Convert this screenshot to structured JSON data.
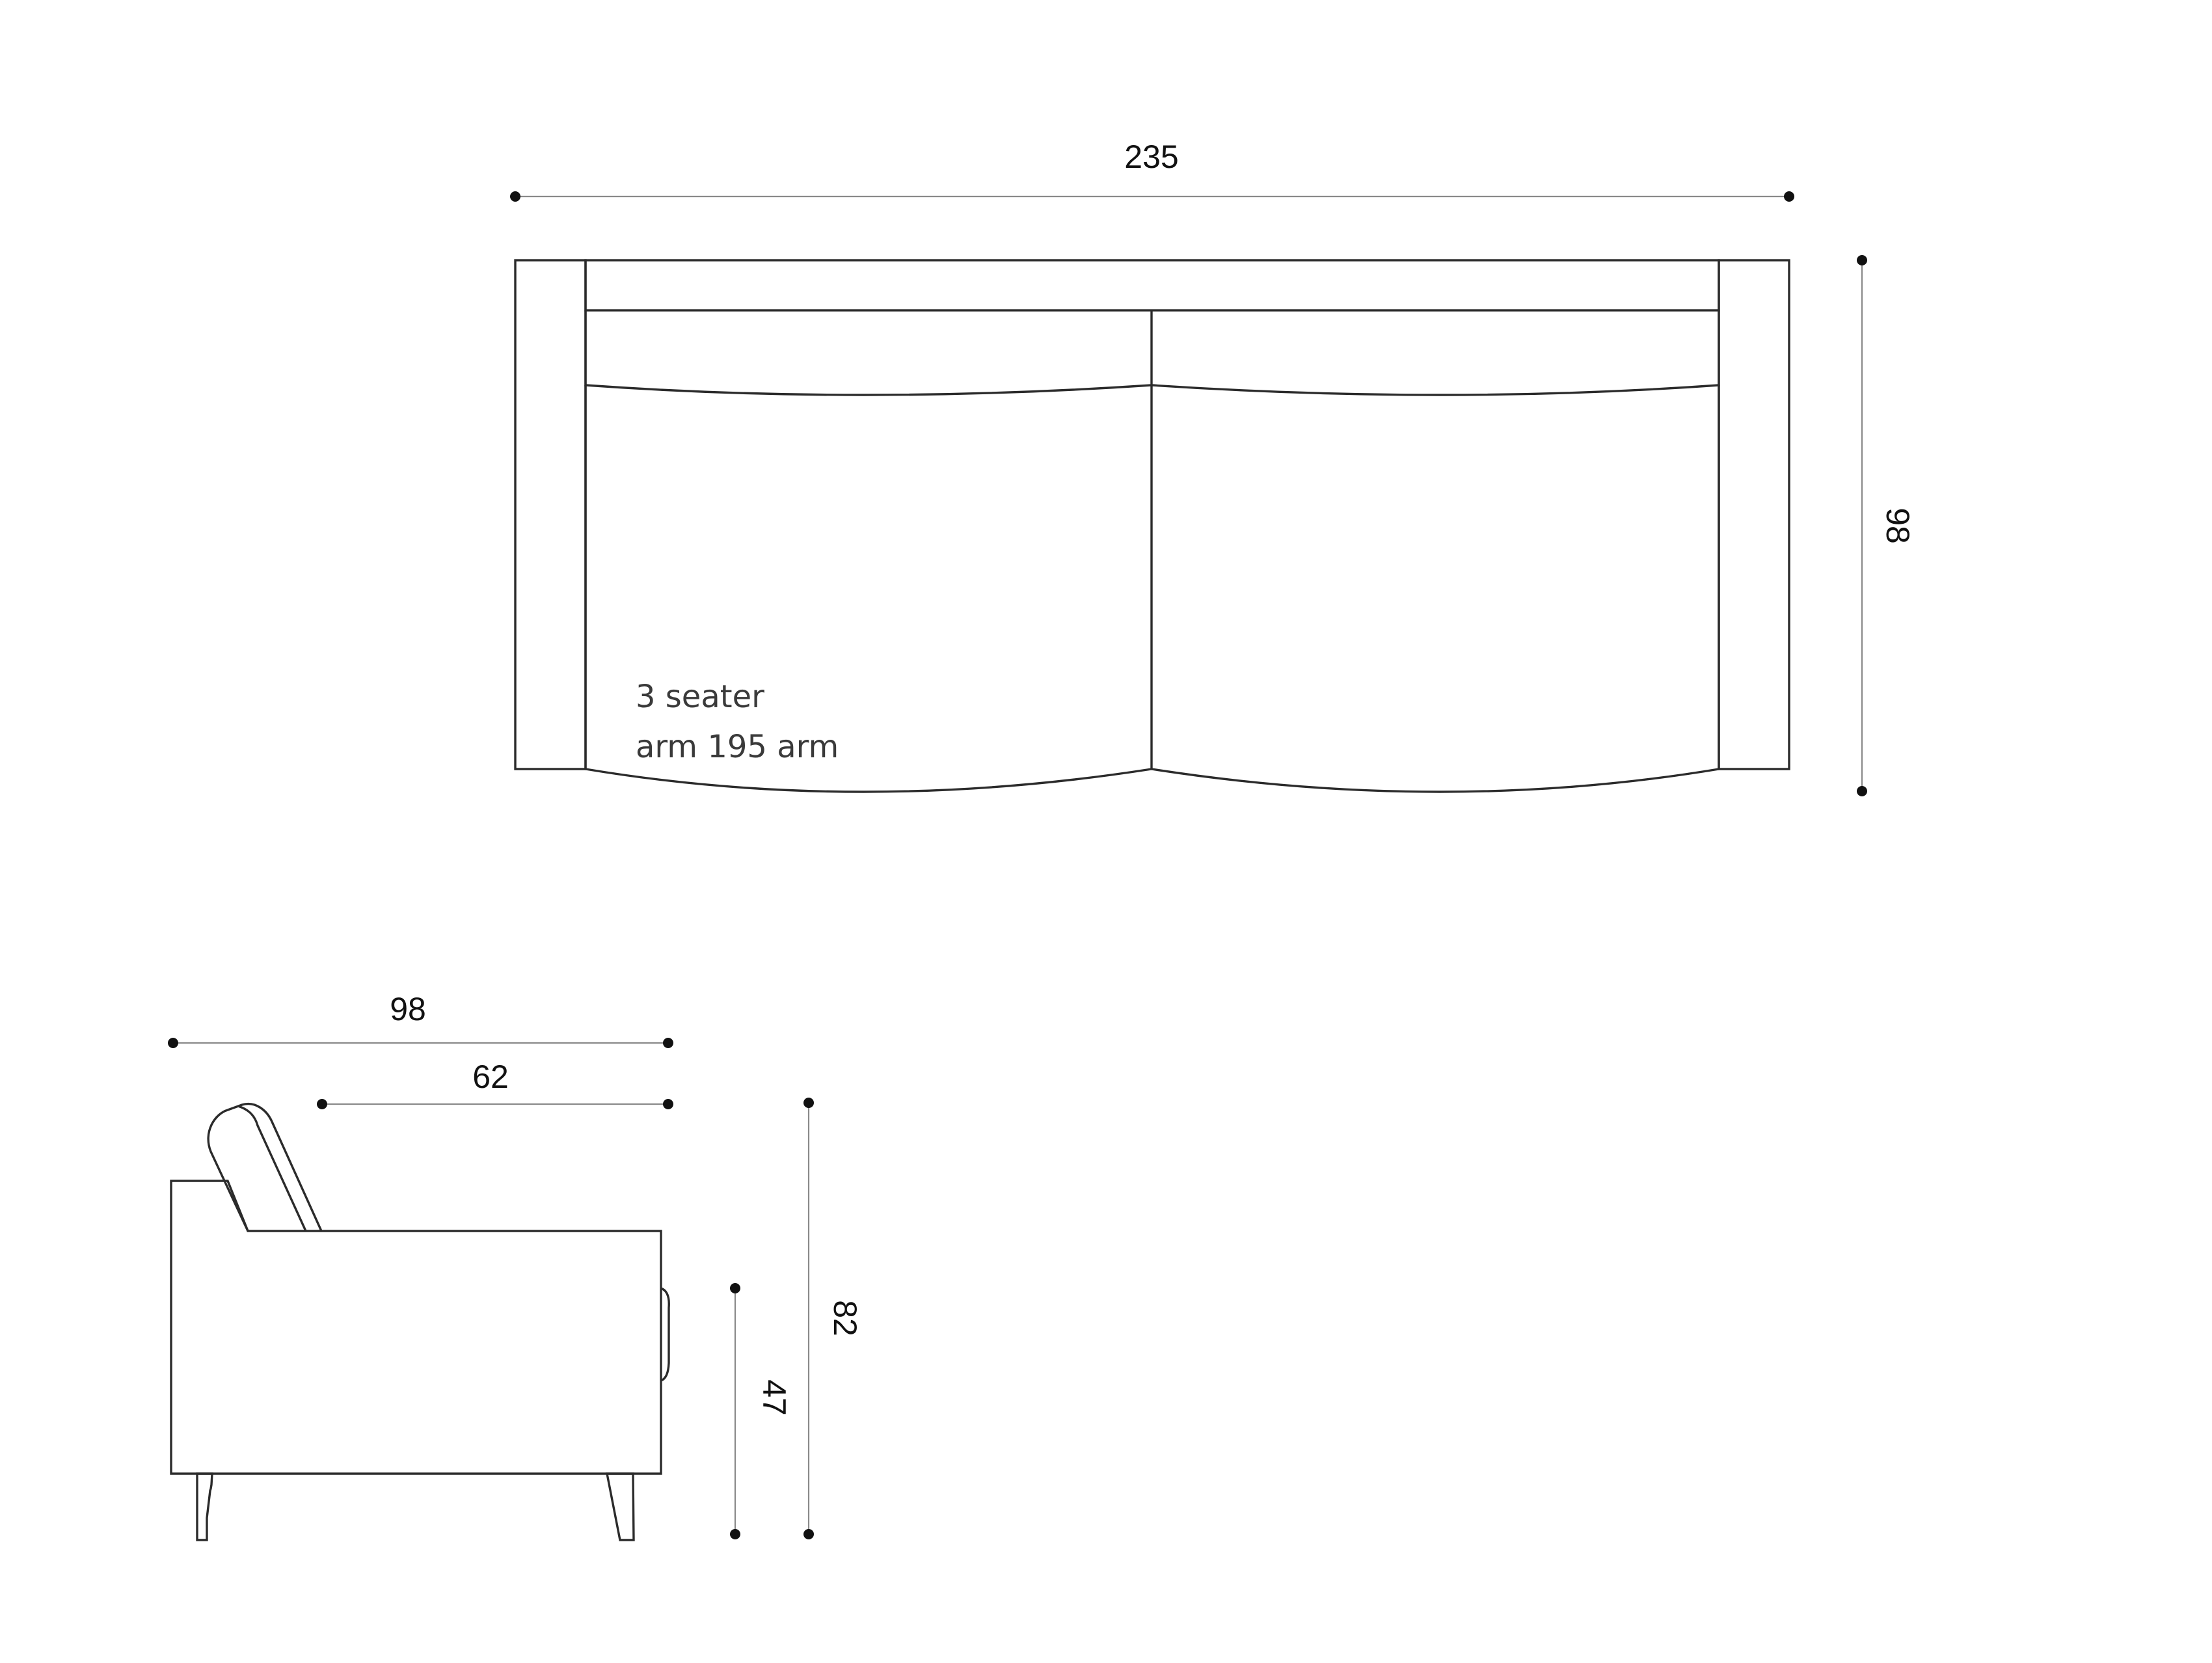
{
  "top_view": {
    "width_dimension": "235",
    "depth_dimension": "98",
    "label_line_1": "3 seater",
    "label_line_2": "arm 195 arm"
  },
  "side_view": {
    "depth_dimension": "98",
    "seat_depth_dimension": "62",
    "seat_height_dimension": "47",
    "total_height_dimension": "82"
  }
}
